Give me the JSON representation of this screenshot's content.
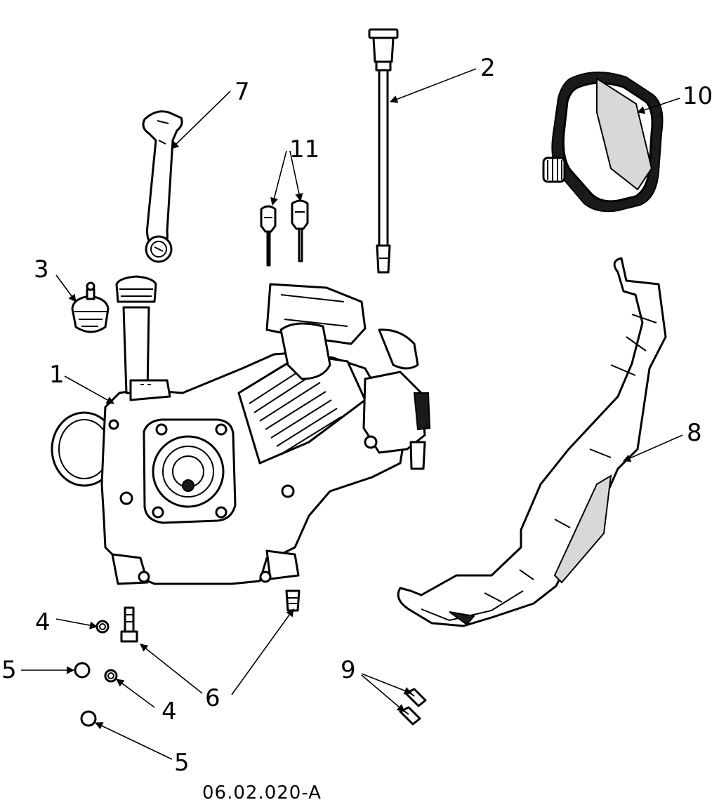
{
  "drawing_code": "06.02.020-A",
  "callouts": {
    "c1": "1",
    "c2": "2",
    "c3": "3",
    "c4a": "4",
    "c4b": "4",
    "c5a": "5",
    "c5b": "5",
    "c6": "6",
    "c7": "7",
    "c8": "8",
    "c9": "9",
    "c10": "10",
    "c11": "11"
  }
}
